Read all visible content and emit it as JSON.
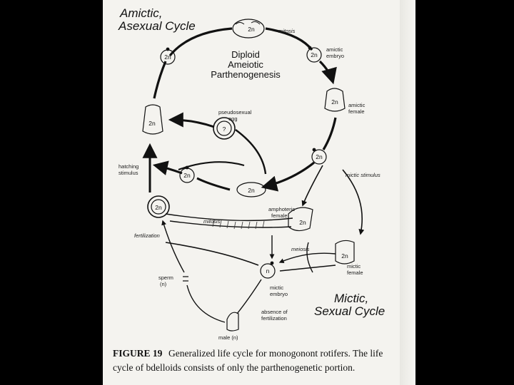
{
  "diagram": {
    "cycle_titles": {
      "amictic_line1": "Amictic,",
      "amictic_line2": "Asexual Cycle",
      "mictic_line1": "Mictic,",
      "mictic_line2": "Sexual Cycle"
    },
    "center_text": {
      "line1": "Diploid",
      "line2": "Ameiotic",
      "line3": "Parthenogenesis"
    },
    "labels": {
      "mitosis_top": "mitosis",
      "amictic_embryo_1": "amictic",
      "amictic_embryo_2": "embryo",
      "amictic_female_1": "amictic",
      "amictic_female_2": "female",
      "pseudosexual_1": "pseudosexual",
      "pseudosexual_2": "egg",
      "hatching_1": "hatching",
      "hatching_2": "stimulus",
      "mictic_stimulus": "mictic stimulus",
      "amphoteric_1": "amphoteric",
      "amphoteric_2": "female",
      "mitosis_lower": "mitosis",
      "fertilization": "fertilization",
      "meiosis": "meiosis",
      "mictic_female_1": "mictic",
      "mictic_female_2": "female",
      "sperm_1": "sperm",
      "sperm_2": "(n)",
      "mictic_embryo_1": "mictic",
      "mictic_embryo_2": "embryo",
      "absence_1": "absence of",
      "absence_2": "fertilization",
      "male": "male (n)"
    },
    "ploidy": {
      "p_top": "2n",
      "p_left": "2n",
      "p_embryo": "2n",
      "p_female_top": "2n",
      "p_right": "2n",
      "p_egg": "?",
      "p_hatch_left": "2n",
      "p_inner_bottom": "2n",
      "p_resting_egg": "2n",
      "p_amphoteric": "2n",
      "p_mictic_female": "2n",
      "p_n": "n"
    }
  },
  "caption": {
    "figure_label": "FIGURE 19",
    "line1": "Generalized life cycle for monogonont rotifers. The life",
    "line2": "cycle of bdelloids consists of only the parthenogenetic portion."
  }
}
